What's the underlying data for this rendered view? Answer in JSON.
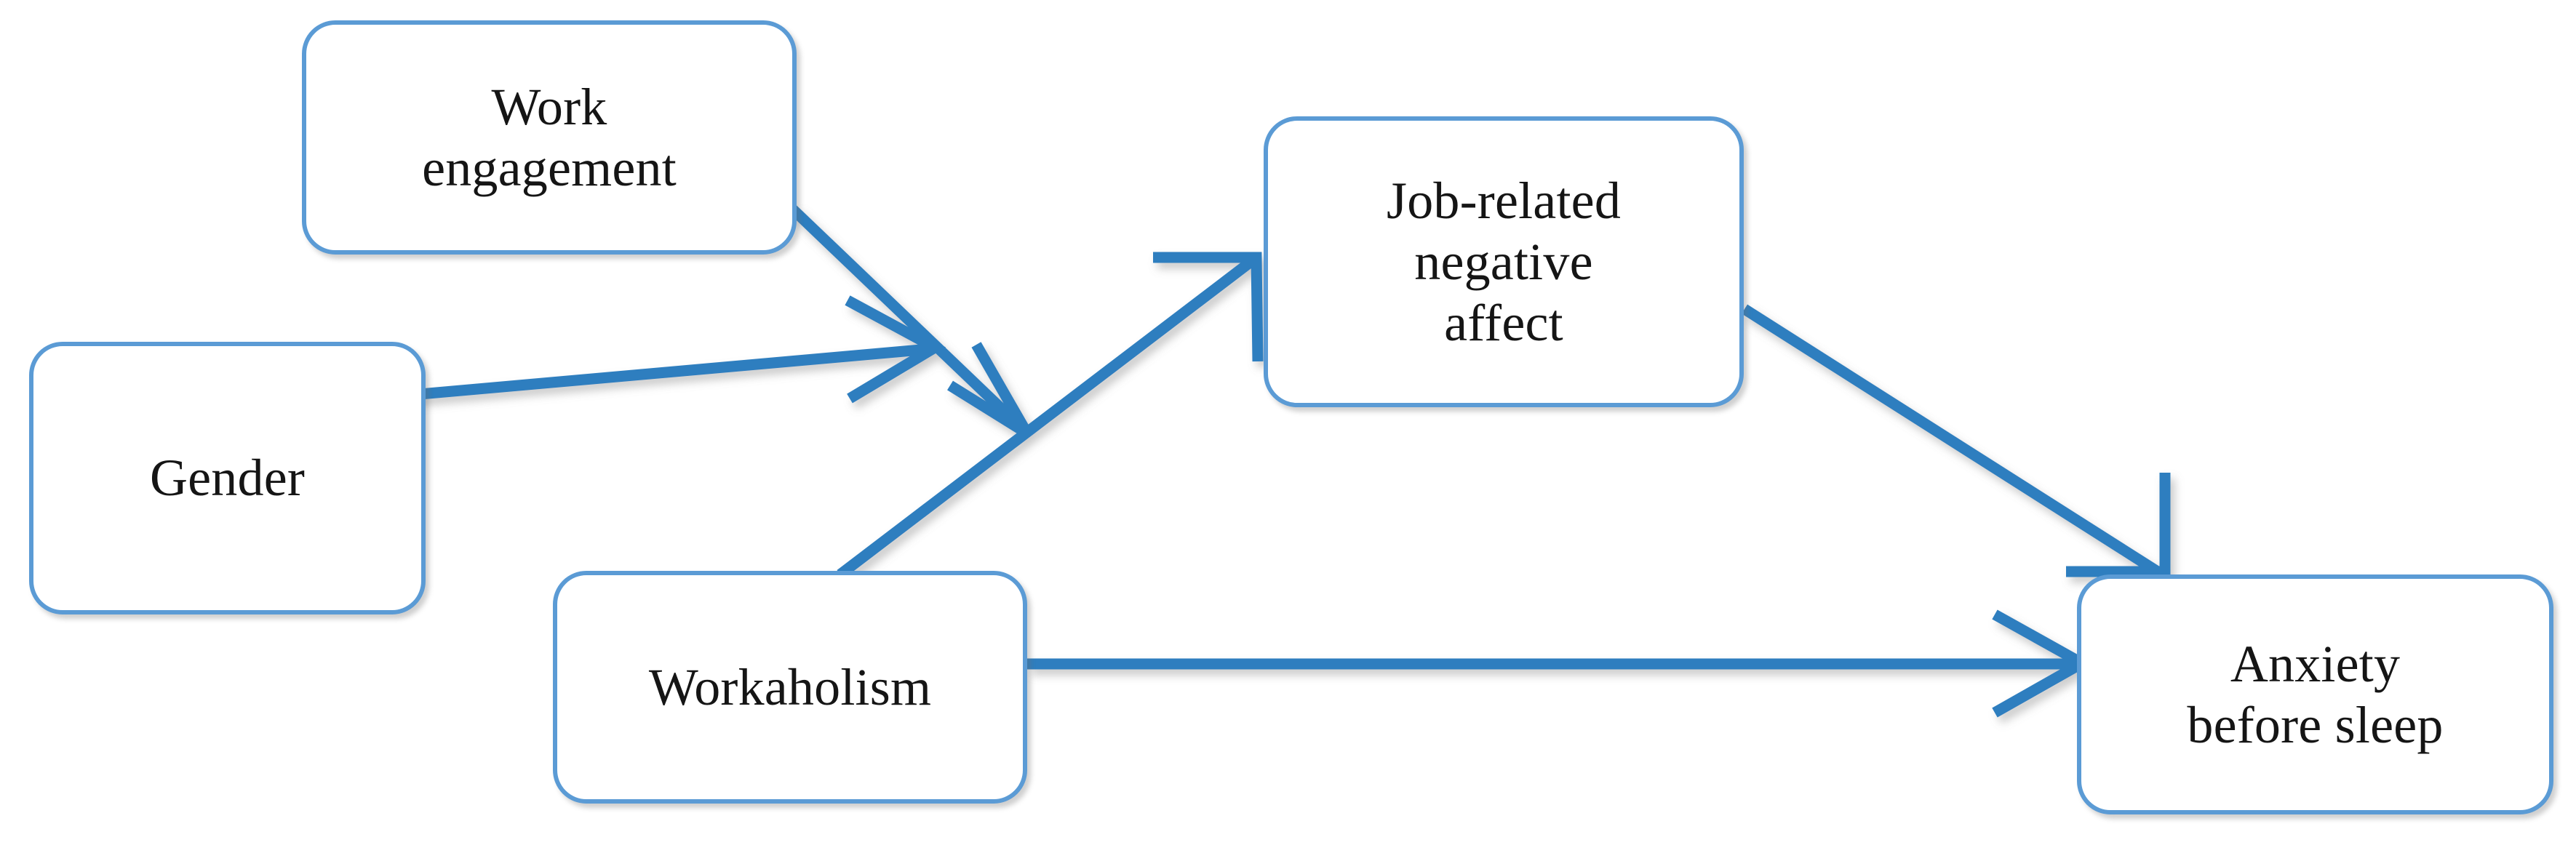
{
  "diagram": {
    "type": "path-model",
    "title": "",
    "background_color": "#ffffff",
    "node_border_color": "#5B9BD5",
    "node_fill_color": "#ffffff",
    "edge_color": "#2E7EBF",
    "text_color": "#151515",
    "nodes": [
      {
        "id": "work-engagement",
        "label": "Work\nengagement"
      },
      {
        "id": "gender",
        "label": "Gender"
      },
      {
        "id": "job-affect",
        "label": "Job-related\nnegative\naffect"
      },
      {
        "id": "workaholism",
        "label": "Workaholism"
      },
      {
        "id": "anxiety",
        "label": "Anxiety\nbefore sleep"
      }
    ],
    "edges": [
      {
        "id": "gender-to-path",
        "from": "gender",
        "to": "workaholism-job-path",
        "arrowhead": true,
        "label": ""
      },
      {
        "id": "work-engagement-to-path",
        "from": "work-engagement",
        "to": "workaholism-job-path",
        "arrowhead": true,
        "label": ""
      },
      {
        "id": "workaholism-to-job-affect",
        "from": "workaholism",
        "to": "job-affect",
        "arrowhead": true,
        "label": ""
      },
      {
        "id": "job-affect-to-anxiety",
        "from": "job-affect",
        "to": "anxiety",
        "arrowhead": true,
        "label": ""
      },
      {
        "id": "workaholism-to-anxiety",
        "from": "workaholism",
        "to": "anxiety",
        "arrowhead": true,
        "label": ""
      }
    ]
  }
}
